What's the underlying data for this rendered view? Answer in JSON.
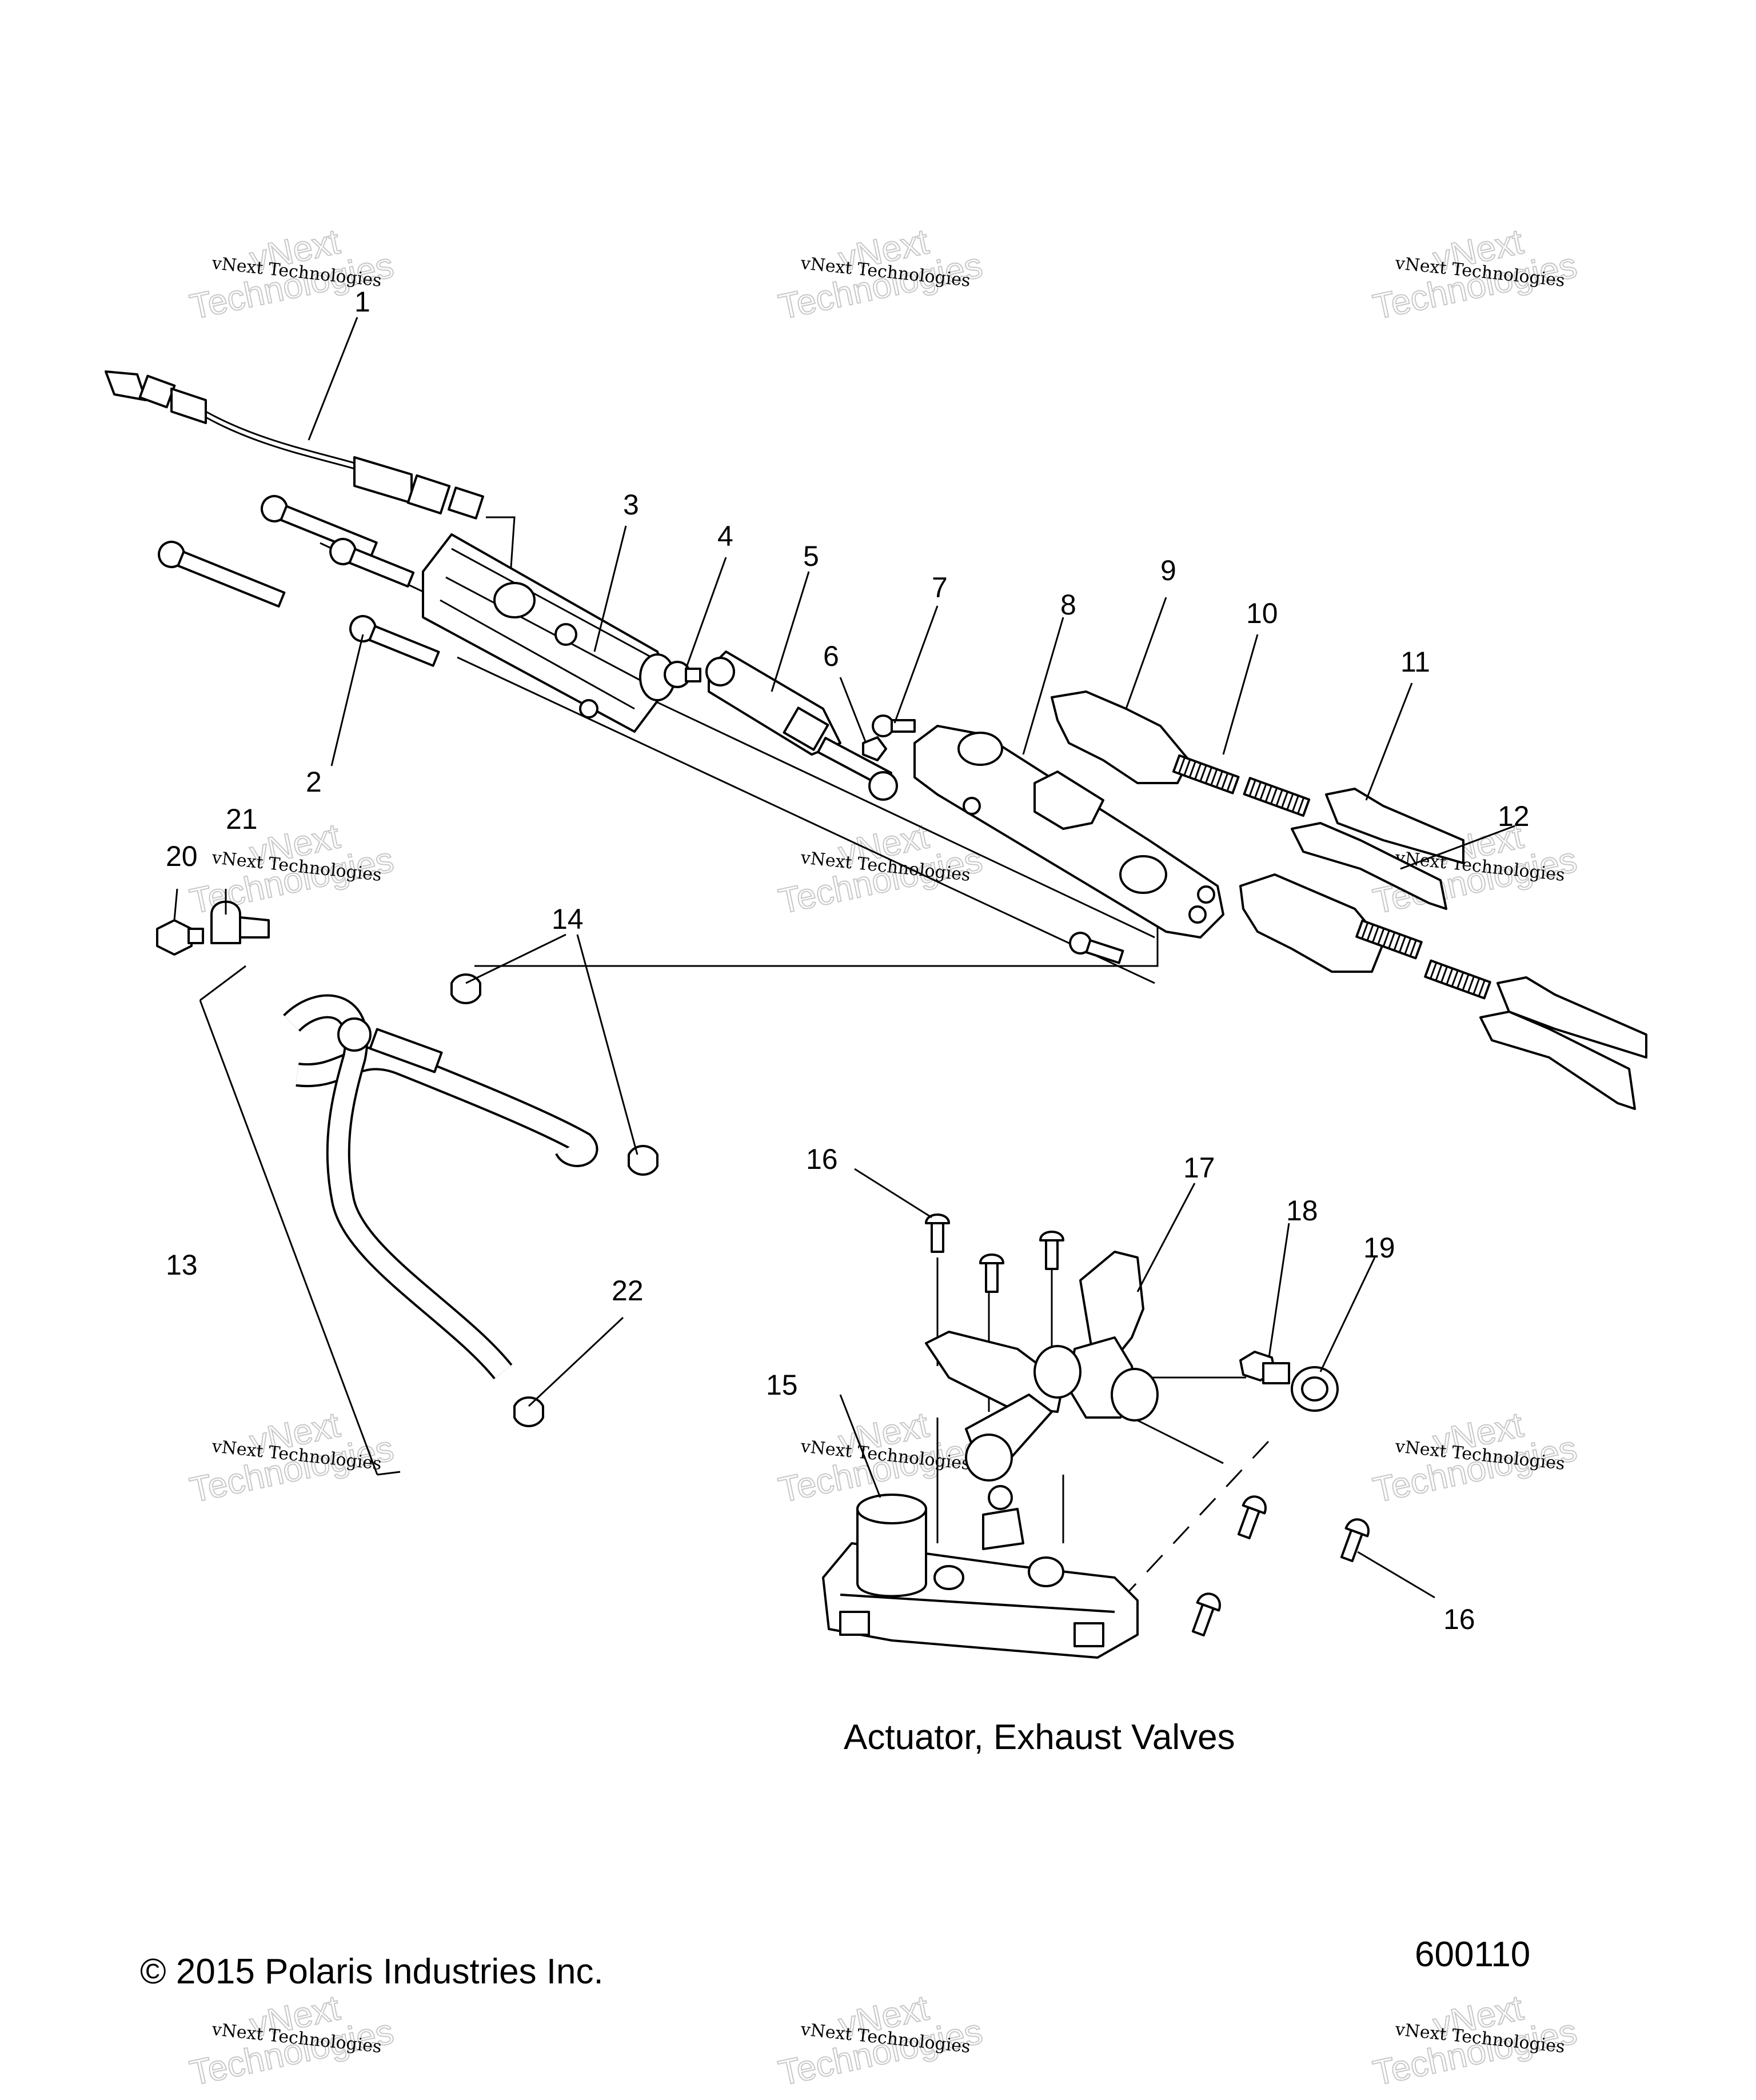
{
  "diagram": {
    "caption": "Actuator, Exhaust Valves",
    "copyright": "© 2015 Polaris Industries Inc.",
    "figure_number": "600110",
    "callouts": [
      "1",
      "2",
      "3",
      "4",
      "5",
      "6",
      "7",
      "8",
      "9",
      "10",
      "11",
      "12",
      "13",
      "14",
      "15",
      "16",
      "16",
      "17",
      "18",
      "19",
      "20",
      "21",
      "22"
    ],
    "watermark": {
      "line1": "vNext Technologies",
      "line2_top": "vNext",
      "line2_bottom": "Technologies"
    }
  }
}
